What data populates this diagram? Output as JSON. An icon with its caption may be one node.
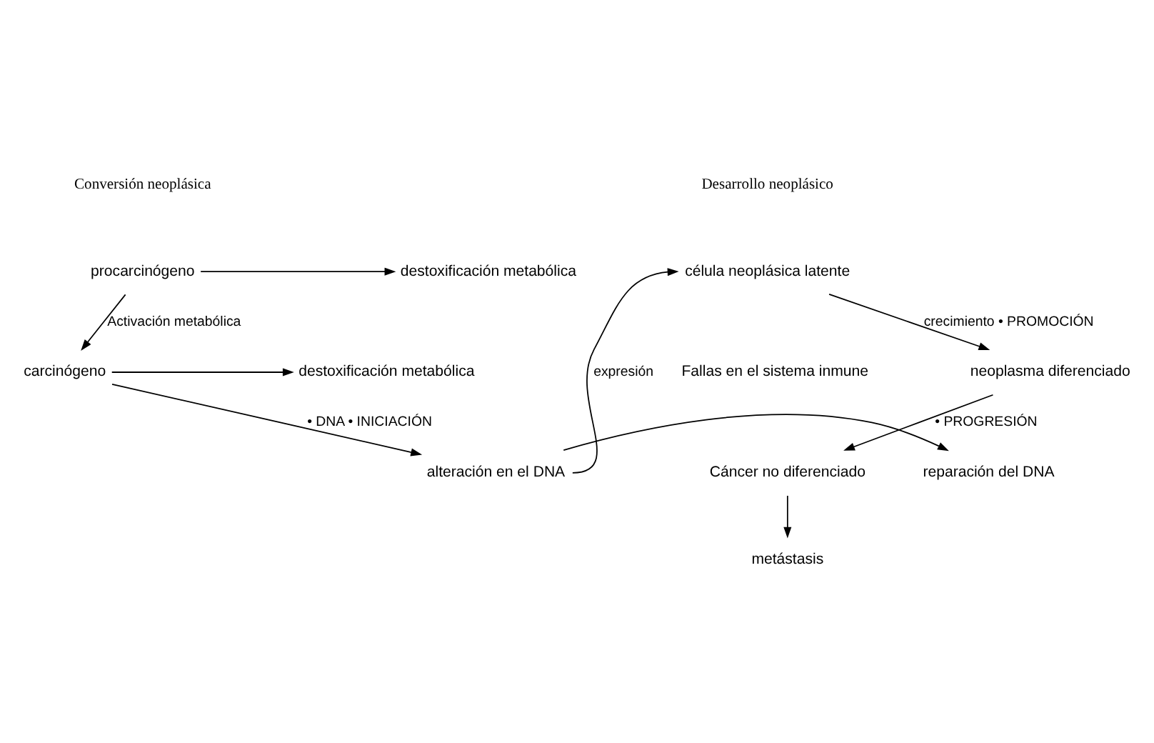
{
  "diagram": {
    "nodes": [
      {
        "text": [
          "procarcinógeno"
        ]
      },
      {
        "text": [
          "destoxificación metabólica"
        ]
      },
      {
        "text": [
          "carcinógeno"
        ]
      },
      {
        "text": [
          "destoxificación metabólica"
        ]
      },
      {
        "text": [
          "alteración en el DNA"
        ]
      },
      {
        "text": [
          "reparación del DNA"
        ]
      },
      {
        "text": [
          "célula neoplásica latente"
        ]
      },
      {
        "text": [
          "neoplasma diferenciado"
        ]
      },
      {
        "text": [
          "Cáncer no diferenciado"
        ]
      },
      {
        "text": [
          "metástasis"
        ]
      }
    ],
    "edges": [
      {
        "from": 0,
        "to": 1,
        "arrow": "to"
      },
      {
        "from": 0,
        "to": 2,
        "arrow": "to",
        "label": "Activación metabólica"
      },
      {
        "from": 2,
        "to": 3,
        "arrow": "to"
      },
      {
        "from": 2,
        "to": 4,
        "arrow": "to",
        "label": "• DNA • INICIACIÓN"
      },
      {
        "from": 4,
        "to": 5,
        "arrow": "to"
      },
      {
        "from": 4,
        "to": 6,
        "arrow": "to",
        "label": "expresión"
      },
      {
        "from": 6,
        "to": 7,
        "arrow": "to",
        "label": "crecimiento • PROMOCIÓN"
      },
      {
        "from": 7,
        "to": 8,
        "arrow": "to",
        "label": "• PROGRESIÓN"
      },
      {
        "from": 8,
        "to": 9,
        "arrow": "to"
      }
    ],
    "labels": [
      "Conversión neoplásica",
      "Desarrollo neoplásico",
      "Fallas en el sistema inmune"
    ]
  }
}
